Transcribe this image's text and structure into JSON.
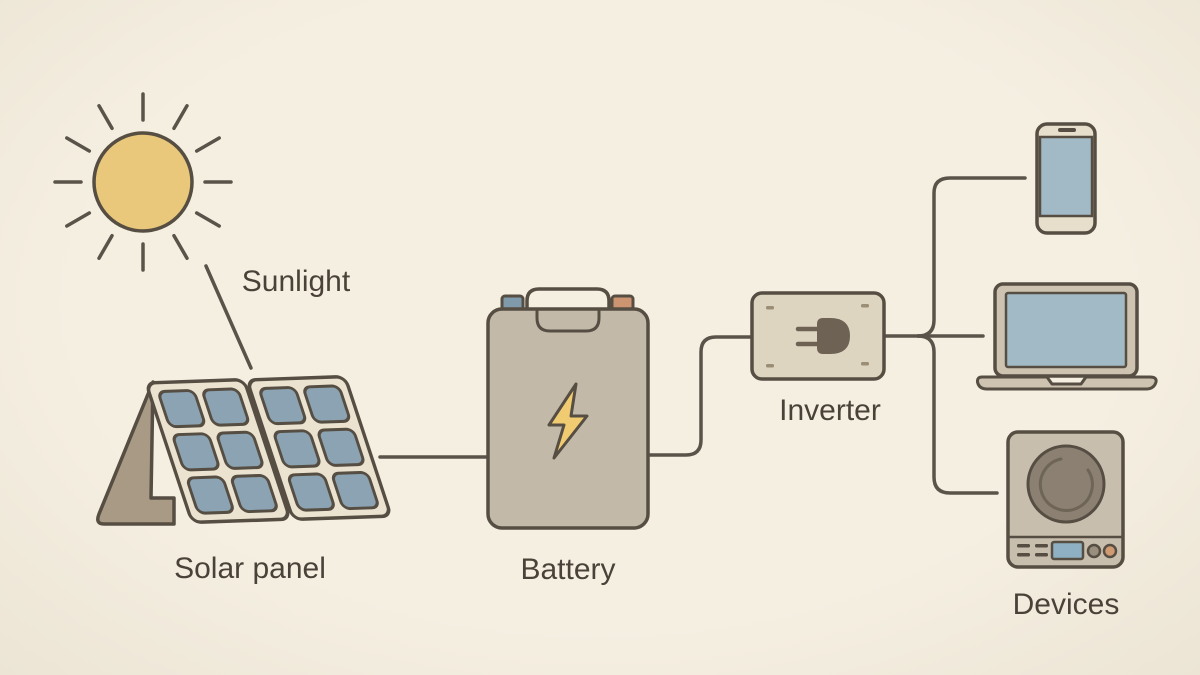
{
  "diagram": {
    "type": "flow-diagram",
    "subject": "Solar power system: sunlight charges a solar panel, energy is stored in a battery, converted by an inverter, and powers devices",
    "labels": {
      "sunlight": "Sunlight",
      "solar_panel": "Solar panel",
      "battery": "Battery",
      "inverter": "Inverter",
      "devices": "Devices"
    },
    "nodes": [
      {
        "id": "sun",
        "icon": "sun-icon",
        "label": ""
      },
      {
        "id": "solar-panel",
        "icon": "solar-panel-icon",
        "label": "Solar panel"
      },
      {
        "id": "battery",
        "icon": "battery-with-lightning-bolt-icon",
        "label": "Battery"
      },
      {
        "id": "inverter",
        "icon": "power-plug-icon",
        "label": "Inverter"
      },
      {
        "id": "phone",
        "icon": "smartphone-icon",
        "label": "Devices"
      },
      {
        "id": "laptop",
        "icon": "laptop-icon",
        "label": "Devices"
      },
      {
        "id": "cooktop",
        "icon": "induction-cooktop-icon",
        "label": "Devices"
      }
    ],
    "edges": [
      {
        "from": "sun",
        "to": "solar-panel",
        "annotation": "Sunlight"
      },
      {
        "from": "solar-panel",
        "to": "battery"
      },
      {
        "from": "battery",
        "to": "inverter"
      },
      {
        "from": "inverter",
        "to": "phone"
      },
      {
        "from": "inverter",
        "to": "laptop"
      },
      {
        "from": "inverter",
        "to": "cooktop"
      }
    ]
  },
  "colors": {
    "background": "#f5efe2",
    "outline": "#564e42",
    "wire": "#5a5349",
    "text": "#4a4238",
    "sun-fill": "#e9c77b",
    "stand": "#a89a85",
    "panel-frame": "#ebe3d0",
    "panel-cell": "#8ba3b2",
    "battery-body": "#c3b9a9",
    "terminal-blue": "#7e9aab",
    "terminal-orange": "#cc9470",
    "bolt": "#f0cb72",
    "inverter-body": "#ded5c0",
    "plug": "#6e6255",
    "screw": "#9b8e76",
    "phone-body": "#e7dfcb",
    "laptop-body": "#cdc3b0",
    "screen": "#a2bac6",
    "appliance-body": "#c8beae",
    "burner": "#8b8072",
    "burner-ring": "#6f6557",
    "display": "#8fb0c3",
    "button-gray": "#9a8e7e",
    "button-orange": "#d09a72"
  }
}
